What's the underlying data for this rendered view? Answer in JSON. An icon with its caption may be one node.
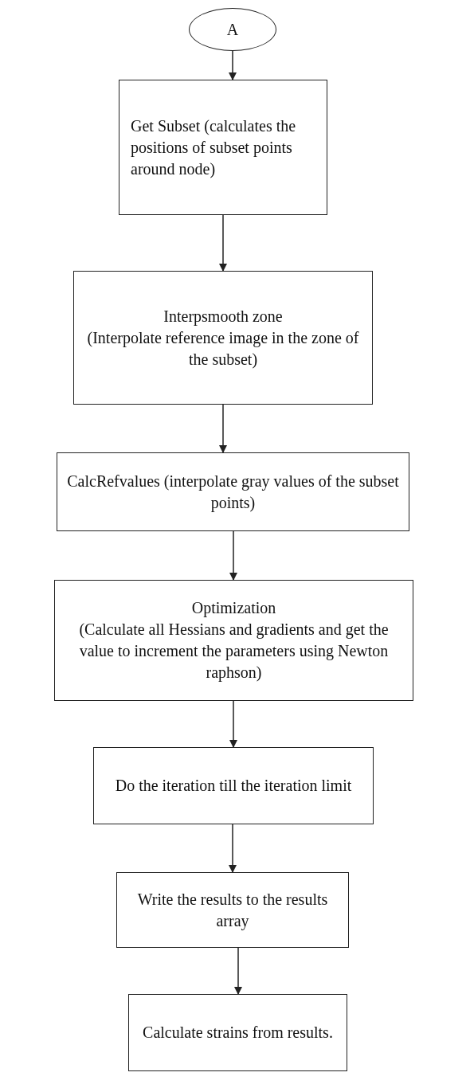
{
  "diagram": {
    "nodes": [
      {
        "text": [
          "A"
        ]
      },
      {
        "text": [
          "Get Subset (calculates the positions of subset points around node)"
        ]
      },
      {
        "text": [
          "Interpsmooth zone",
          "(Interpolate reference image in the zone of the subset)"
        ]
      },
      {
        "text": [
          "CalcRefvalues (interpolate gray values of the subset points)"
        ]
      },
      {
        "text": [
          "Optimization",
          "(Calculate all Hessians and gradients and get the value to increment the parameters using Newton raphson)"
        ]
      },
      {
        "text": [
          "Do the iteration till the iteration limit"
        ]
      },
      {
        "text": [
          "Write the results to the results array"
        ]
      },
      {
        "text": [
          "Calculate strains from results."
        ]
      }
    ],
    "edges": [
      {
        "from": 0,
        "to": 1,
        "arrow": "to"
      },
      {
        "from": 1,
        "to": 2,
        "arrow": "to"
      },
      {
        "from": 2,
        "to": 3,
        "arrow": "to"
      },
      {
        "from": 3,
        "to": 4,
        "arrow": "to"
      },
      {
        "from": 4,
        "to": 5,
        "arrow": "to"
      },
      {
        "from": 5,
        "to": 6,
        "arrow": "to"
      },
      {
        "from": 6,
        "to": 7,
        "arrow": "to"
      }
    ]
  }
}
